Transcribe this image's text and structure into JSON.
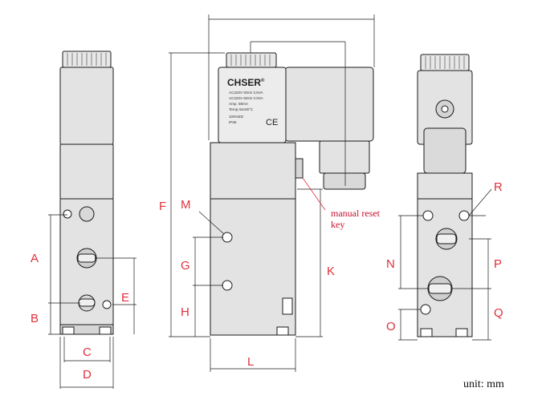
{
  "dimension_labels": {
    "A": "A",
    "B": "B",
    "C": "C",
    "D": "D",
    "E": "E",
    "F": "F",
    "G": "G",
    "H": "H",
    "K": "K",
    "L": "L",
    "M": "M",
    "N": "N",
    "O": "O",
    "P": "P",
    "Q": "Q",
    "R": "R"
  },
  "annotations": {
    "manual_reset_line1": "manual reset",
    "manual_reset_line2": "key",
    "unit": "unit: mm"
  },
  "coil_label": {
    "brand": "CHSER",
    "registered": "®",
    "line1": "AC220V 50Hz 3.5VA",
    "line2": "AC220V 60Hz 3.0VA",
    "line3": "Amp. 58mA",
    "line4": "Temp.rise35°C",
    "line5": "100%ED",
    "line6": "IP65",
    "ce": "CE"
  },
  "colors": {
    "body_fill": "#e3e3e3",
    "outline": "#1a1a1a",
    "dimension_text": "#e0303a",
    "annotation_text": "#c8102e",
    "accent_line": "#d9303a"
  }
}
